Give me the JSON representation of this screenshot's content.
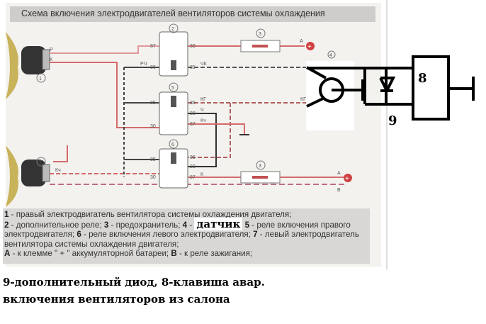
{
  "title": "Схема включения электродвигателей вентиляторов системы охлаждения",
  "components": {
    "c1": "1",
    "c2": "2",
    "c3": "3",
    "c4": "4",
    "c5": "5",
    "c6": "6",
    "c7": "7",
    "c8": "8",
    "c9": "9"
  },
  "pins": {
    "p87": "87",
    "p86": "86",
    "p85": "85",
    "p30": "30",
    "p88": "88"
  },
  "wire_labels": {
    "r": "Р",
    "k": "К",
    "rch": "РЧ",
    "chk": "ЧК",
    "kg": "КГ",
    "ch": "Ч",
    "kch": "Кч",
    "a": "А",
    "b": "В"
  },
  "legend": {
    "l1_num": "1",
    "l1": " - правый электродвигатель вентилятора системы охлаждения двигателя;",
    "l2_num": "2",
    "l2": " - дополнительное реле; ",
    "l3_num": "3",
    "l3": " - предохранитель; ",
    "l4_num": "4",
    "l4_dash": " - ",
    "l4": "датчик",
    "l5_num": "5",
    "l5": " - реле включения правого электродвигателя; ",
    "l6_num": "6",
    "l6": " - реле включения левого электродвигателя; ",
    "l7_num": "7",
    "l7": " - левый электродвигатель вентилятора системы охлаждения двигателя;",
    "la_num": "А",
    "la": " - к клемме \" + \" аккумуляторной батареи; ",
    "lb_num": "В",
    "lb": " - к реле зажигания;"
  },
  "note": {
    "line1": "9-дополнительный диод, 8-клавиша авар.",
    "line2": "включения вентиляторов из салона"
  }
}
